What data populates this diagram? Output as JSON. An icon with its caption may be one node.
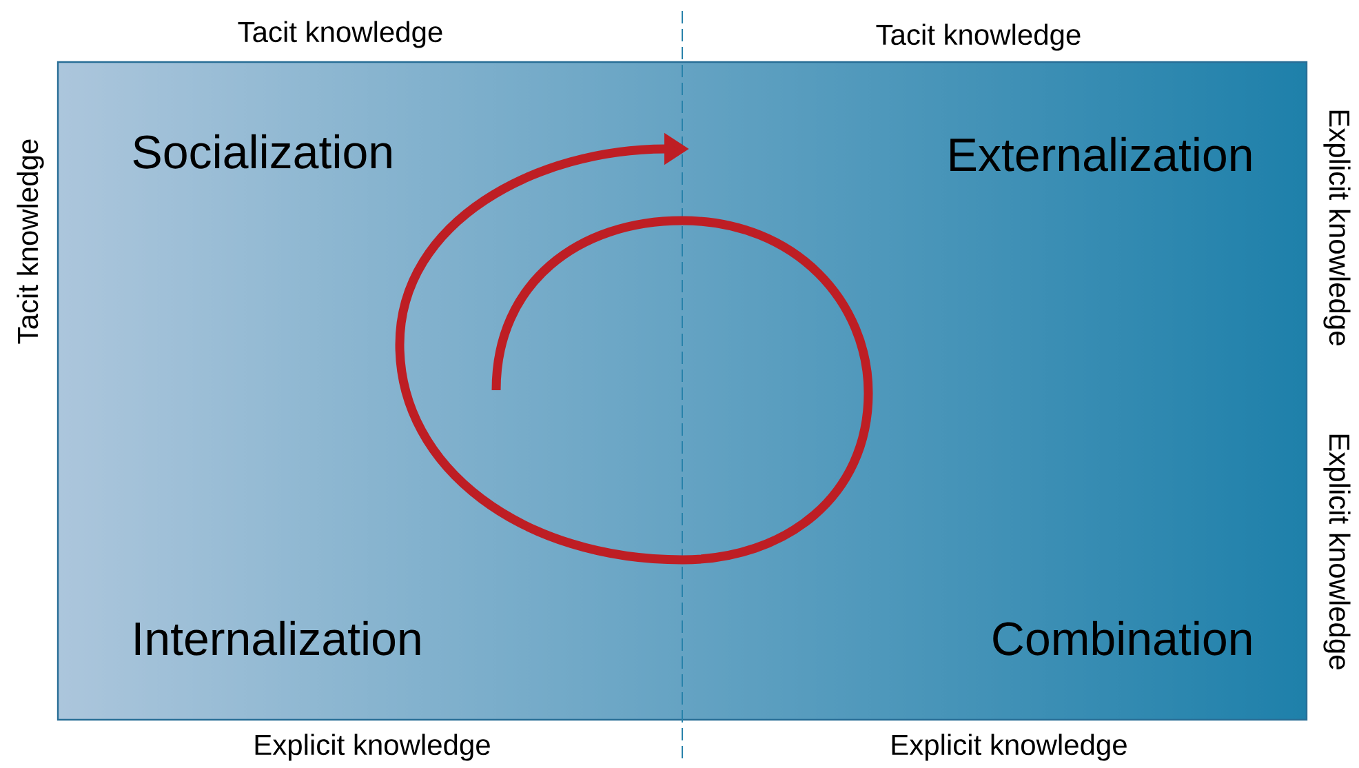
{
  "diagram": {
    "nodes": [
      {
        "text": [
          "Socialization",
          "Externalization",
          "Internalization",
          "Combination"
        ]
      }
    ],
    "edges": [],
    "labels": [
      "Tacit knowledge",
      "Tacit knowledge",
      "Tacit knowledge",
      "Explicit knowledge",
      "Explicit knowledge",
      "Explicit knowledge",
      "Explicit knowledge"
    ]
  }
}
